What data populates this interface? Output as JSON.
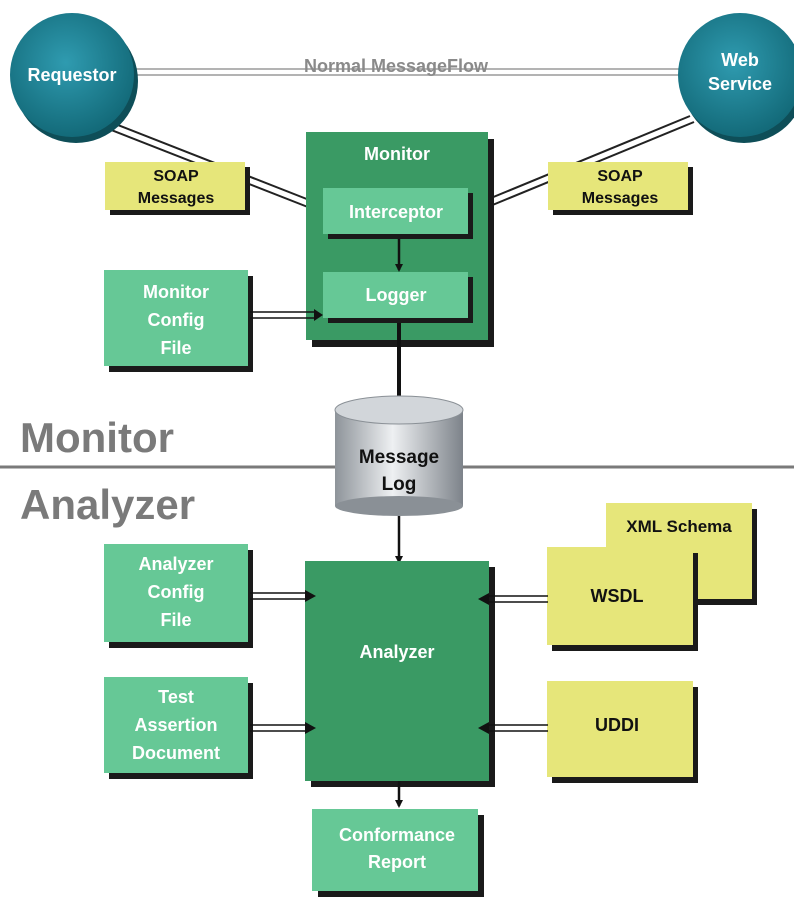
{
  "nodes": {
    "requestor": "Requestor",
    "web_service": [
      "Web",
      "Service"
    ],
    "normal_message_flow": "Normal MessageFlow",
    "soap_left": [
      "SOAP",
      "Messages"
    ],
    "soap_right": [
      "SOAP",
      "Messages"
    ],
    "monitor_box": "Monitor",
    "interceptor": "Interceptor",
    "logger": "Logger",
    "monitor_config": [
      "Monitor",
      "Config",
      "File"
    ],
    "message_log": [
      "Message",
      "Log"
    ],
    "analyzer_box": "Analyzer",
    "analyzer_config": [
      "Analyzer",
      "Config",
      "File"
    ],
    "test_assertion": [
      "Test",
      "Assertion",
      "Document"
    ],
    "xml_schema": "XML Schema",
    "wsdl": "WSDL",
    "uddi": "UDDI",
    "conformance_report": [
      "Conformance",
      "Report"
    ]
  },
  "sections": {
    "monitor": "Monitor",
    "analyzer": "Analyzer"
  },
  "colors": {
    "dark_green": "#3a9a64",
    "light_green": "#66c896",
    "yellow": "#e6e67a",
    "teal": "#1d7d8e",
    "section_gray": "#7a7a7a",
    "shadow": "#1a1a1a"
  }
}
